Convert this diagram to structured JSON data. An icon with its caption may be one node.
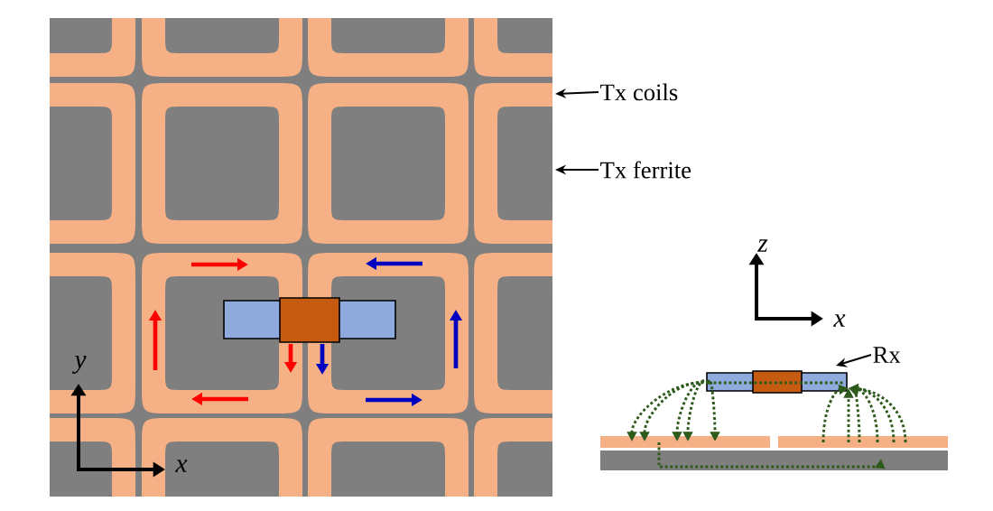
{
  "diagram": {
    "nodes": [
      {
        "text": [
          "Tx coils"
        ]
      },
      {
        "text": [
          "Tx ferrite"
        ]
      },
      {
        "text": [
          "Rx"
        ]
      }
    ],
    "edges": [
      {
        "from": 0,
        "to": null,
        "arrow": "to"
      },
      {
        "from": 1,
        "to": null,
        "arrow": "to"
      },
      {
        "from": 2,
        "to": null,
        "arrow": "to"
      }
    ],
    "labels": [
      "y",
      "x",
      "z",
      "x"
    ]
  }
}
